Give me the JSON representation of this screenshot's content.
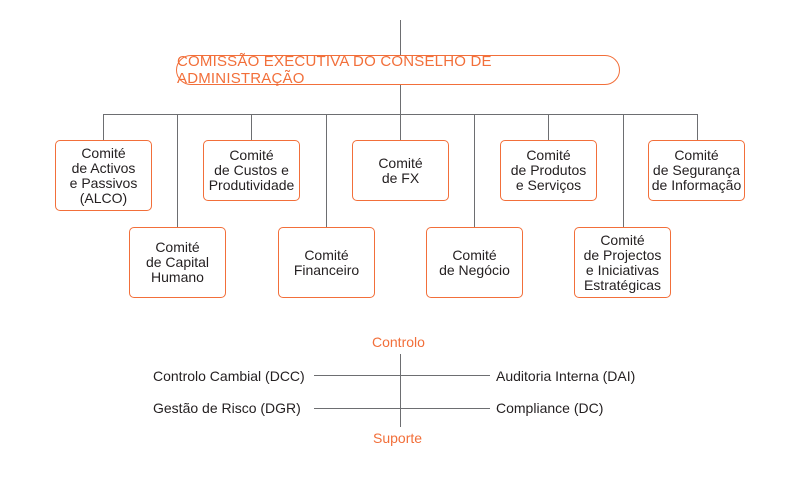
{
  "executive": "COMISSÃO EXECUTIVA DO CONSELHO DE ADMINISTRAÇÃO",
  "committees": {
    "alco": "Comité\nde Activos\ne Passivos\n(ALCO)",
    "custos": "Comité\nde Custos e\nProdutividade",
    "fx": "Comité\nde FX",
    "produtos": "Comité\nde Produtos\ne Serviços",
    "seguranca": "Comité\nde Segurança\nde Informação",
    "capital": "Comité\nde Capital\nHumano",
    "financeiro": "Comité\nFinanceiro",
    "negocio": "Comité\nde Negócio",
    "projectos": "Comité\nde Projectos\ne Iniciativas\nEstratégicas"
  },
  "axis": {
    "top": "Controlo",
    "bottom": "Suporte",
    "top_left": "Controlo Cambial (DCC)",
    "top_right": "Auditoria Interna (DAI)",
    "bottom_left": "Gestão de Risco (DGR)",
    "bottom_right": "Compliance (DC)"
  },
  "colors": {
    "accent": "#f26f3a",
    "line": "#6d6e71",
    "text": "#231f20"
  }
}
